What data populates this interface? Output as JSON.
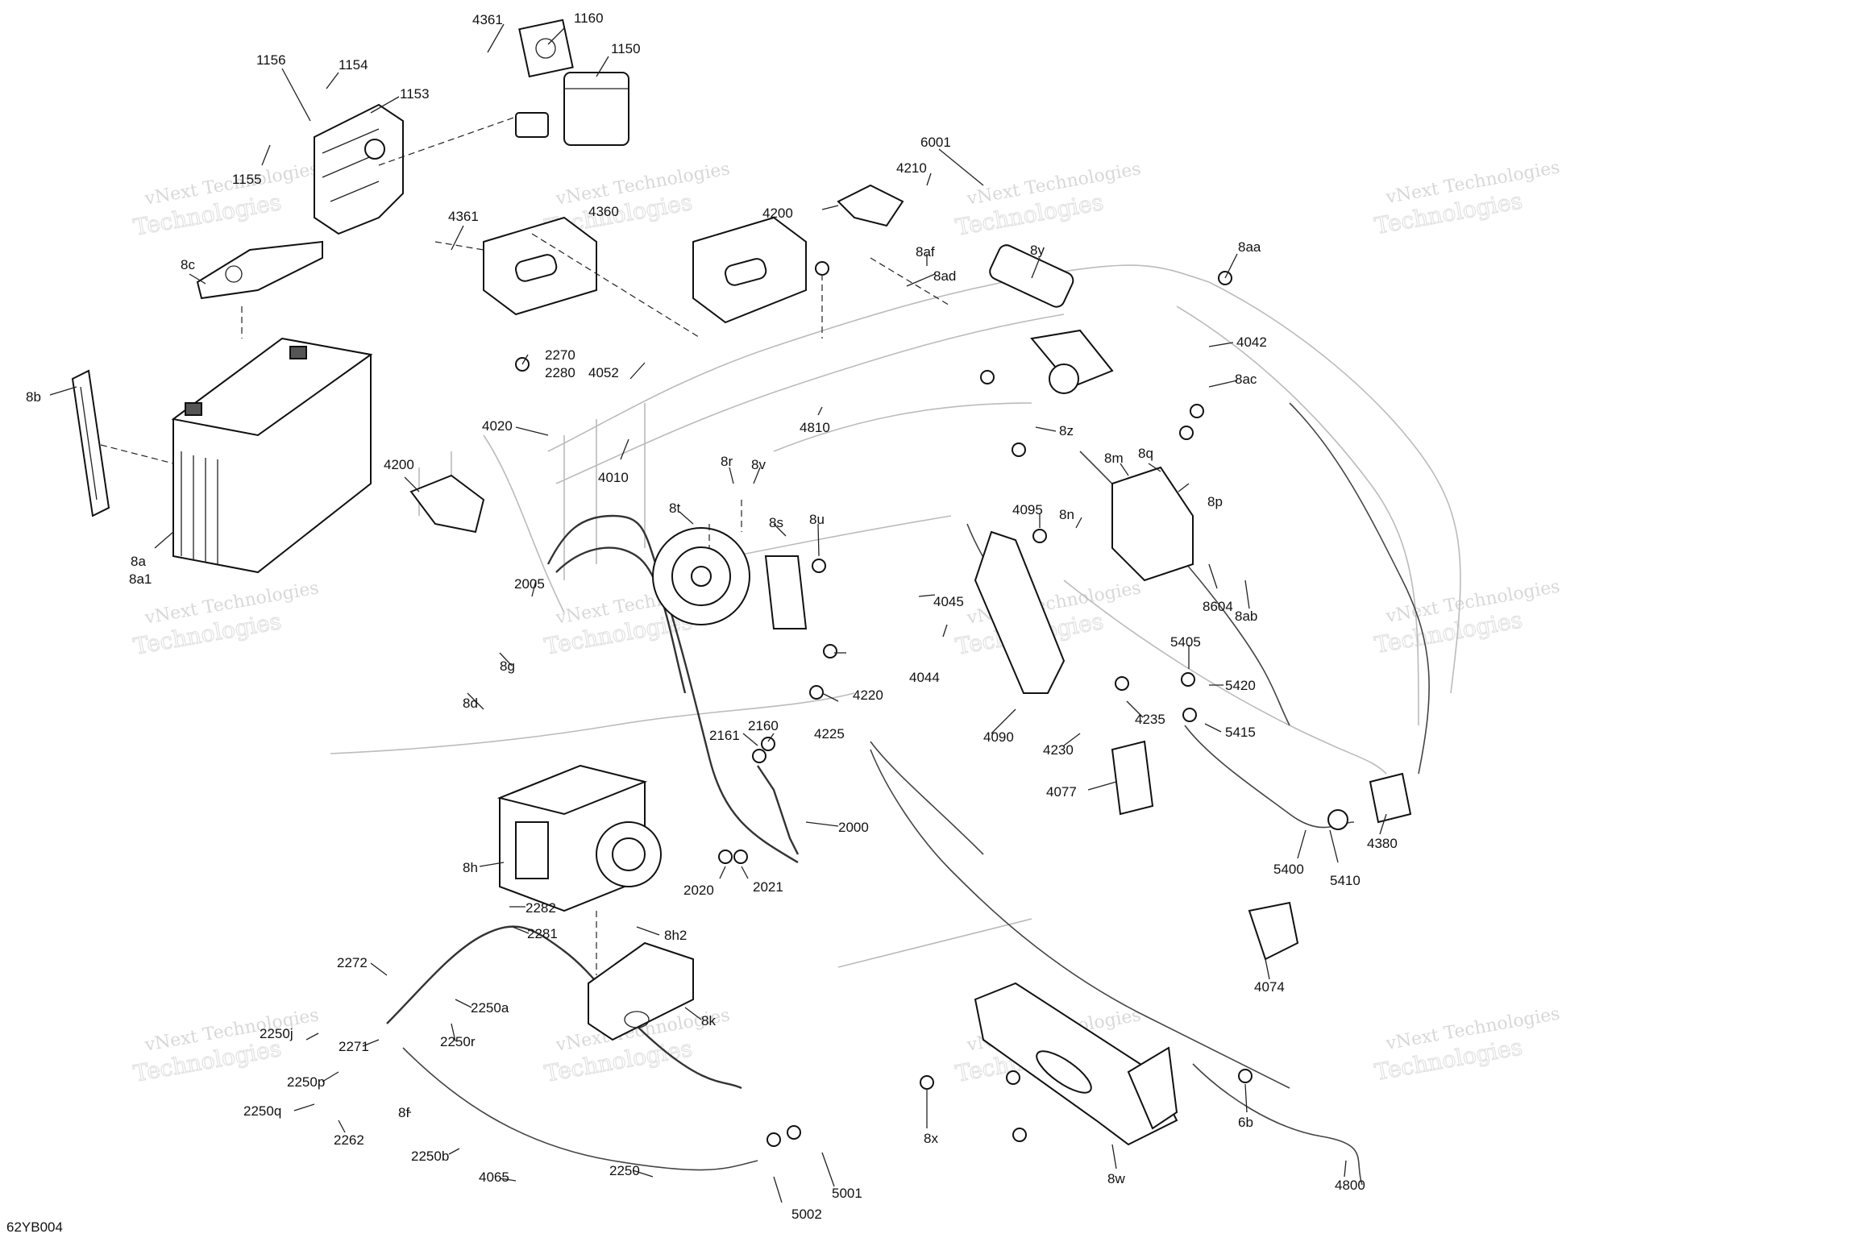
{
  "diagram_code": "62YB004",
  "watermark": {
    "line1": "vNext Technologies",
    "line2": "Technologies"
  },
  "labels": {
    "l1156": "1156",
    "l1154": "1154",
    "l1153": "1153",
    "l1155": "1155",
    "l4361a": "4361",
    "l1160": "1160",
    "l1150": "1150",
    "l4361b": "4361",
    "l4360": "4360",
    "l2270": "2270",
    "l2280": "2280",
    "l8c": "8c",
    "l8b": "8b",
    "l8a": "8a",
    "l8a1": "8a1",
    "l4052": "4052",
    "l4020": "4020",
    "l4010": "4010",
    "l4200a": "4200",
    "l4200b": "4200",
    "l4210": "4210",
    "l6001": "6001",
    "l8af": "8af",
    "l8ad": "8ad",
    "l8y": "8y",
    "l8aa": "8aa",
    "l4042": "4042",
    "l8ac": "8ac",
    "l8z": "8z",
    "l4810": "4810",
    "l8r": "8r",
    "l8v": "8v",
    "l8t": "8t",
    "l8s": "8s",
    "l8u": "8u",
    "l8m": "8m",
    "l8q": "8q",
    "l8p": "8p",
    "l8n": "8n",
    "l4095": "4095",
    "l8604": "8604",
    "l8ab": "8ab",
    "l2005": "2005",
    "l4045": "4045",
    "l4044": "4044",
    "l8d": "8d",
    "l8g": "8g",
    "l4220": "4220",
    "l4225": "4225",
    "l4090": "4090",
    "l5405": "5405",
    "l5420": "5420",
    "l5415": "5415",
    "l4235": "4235",
    "l4230": "4230",
    "l2161": "2161",
    "l2160": "2160",
    "l4077": "4077",
    "l2000": "2000",
    "l8h": "8h",
    "l2020": "2020",
    "l2021": "2021",
    "l5400": "5400",
    "l5410": "5410",
    "l4380": "4380",
    "l2282": "2282",
    "l2281": "2281",
    "l8h2": "8h2",
    "l2272": "2272",
    "l2250a": "2250a",
    "l2250j": "2250j",
    "l2271": "2271",
    "l2250r": "2250r",
    "l8k": "8k",
    "l4074": "4074",
    "l2250p": "2250p",
    "l2250q": "2250q",
    "l8f": "8f",
    "l2262": "2262",
    "l2250b": "2250b",
    "l4065": "4065",
    "l2250": "2250",
    "l5001": "5001",
    "l5002": "5002",
    "l8x": "8x",
    "l8w": "8w",
    "l6b": "6b",
    "l4800": "4800"
  }
}
